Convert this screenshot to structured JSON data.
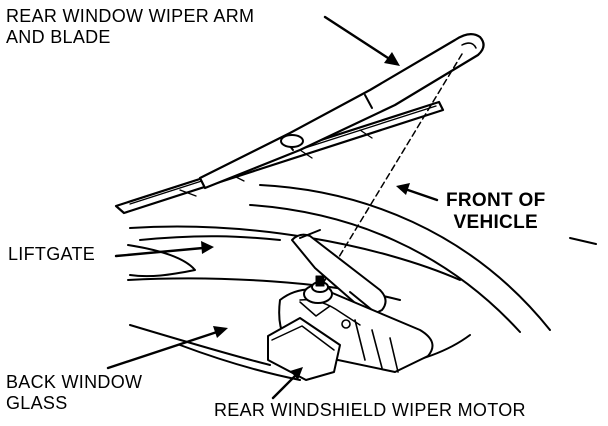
{
  "labels": {
    "wiper_arm": {
      "line1": "REAR WINDOW WIPER ARM",
      "line2": "AND BLADE"
    },
    "front": {
      "line1": "FRONT OF",
      "line2": "VEHICLE"
    },
    "liftgate": "LIFTGATE",
    "glass": {
      "line1": "BACK WINDOW",
      "line2": "GLASS"
    },
    "motor": "REAR WINDSHIELD WIPER MOTOR"
  },
  "colors": {
    "ink": "#000000",
    "paper": "#ffffff"
  }
}
